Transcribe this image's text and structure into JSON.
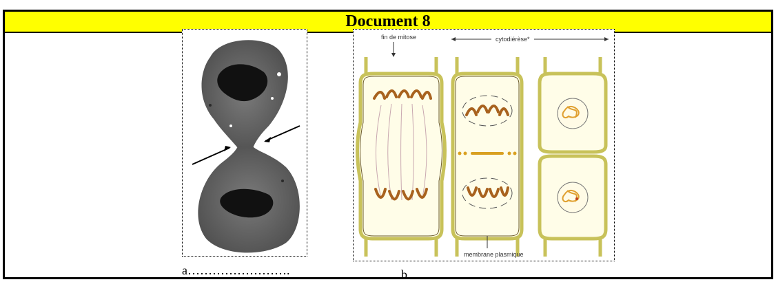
{
  "document": {
    "title": "Document 8"
  },
  "figure_a": {
    "caption": "a……………………."
  },
  "figure_b": {
    "caption": "b……………………...",
    "label_end_mitosis": "fin de mitose",
    "label_cytokinesis": "cytodiérèse*",
    "label_membrane": "membrane plasmique"
  },
  "colors": {
    "header_bg": "#ffff00",
    "cell_wall": "#c8c25a",
    "chromosome": "#a8621e"
  }
}
